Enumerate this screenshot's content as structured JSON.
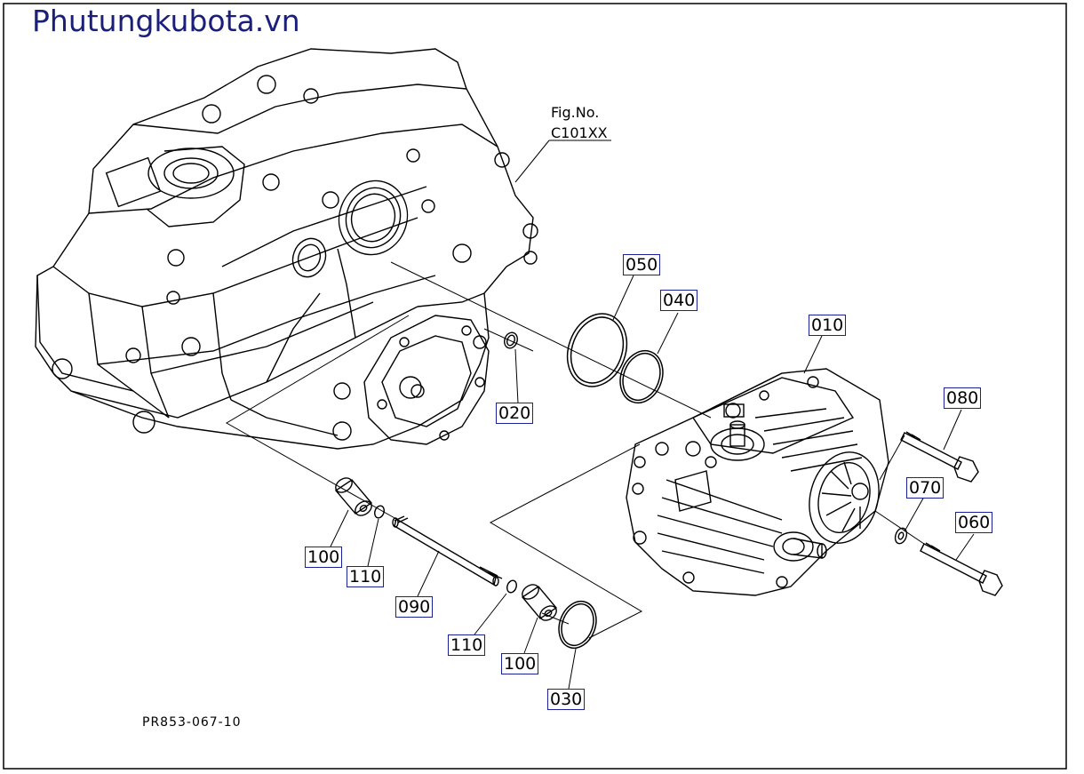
{
  "watermark": "Phutungkubota.vn",
  "figure_ref": {
    "label": "Fig.No.",
    "code": "C101XX"
  },
  "drawing_number": "PR853-067-10",
  "callouts": {
    "c010": "010",
    "c020": "020",
    "c030": "030",
    "c040": "040",
    "c050": "050",
    "c060": "060",
    "c070": "070",
    "c080": "080",
    "c090": "090",
    "c100a": "100",
    "c100b": "100",
    "c110a": "110",
    "c110b": "110"
  },
  "colors": {
    "watermark": "#1a1f7a",
    "callout_border": "#1a1f9a",
    "line": "#000000"
  }
}
